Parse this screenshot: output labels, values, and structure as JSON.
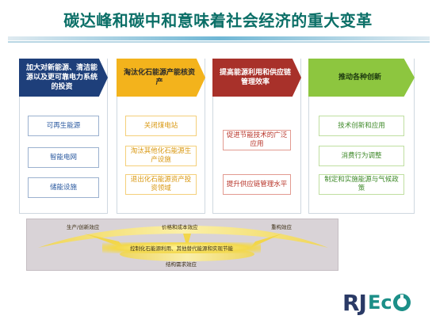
{
  "title": "碳达峰和碳中和意味着社会经济的重大变革",
  "columns": [
    {
      "header": "加大对新能源、清洁能源以及更可靠电力系统的投资",
      "items": [
        "可再生能源",
        "智能电网",
        "储能设施"
      ],
      "color": "#1e3f7a"
    },
    {
      "header": "淘汰化石能源产能核资产",
      "items": [
        "关闭煤电站",
        "淘汰其他化石能源生产设施",
        "退出化石能源资产投资领域"
      ],
      "color": "#f3b31c"
    },
    {
      "header": "提高能源利用和供应链管理效率",
      "items": [
        "促进节能技术的广泛应用",
        "提升供应链管理水平"
      ],
      "color": "#a8312a"
    },
    {
      "header": "推动各种创新",
      "items": [
        "技术创新和应用",
        "消费行为调整",
        "制定和实施能源与气候政策"
      ],
      "color": "#8dc63f"
    }
  ],
  "effects": {
    "production": "生产/创新效应",
    "price": "价格和成本效应",
    "rebound": "重构效应",
    "center": "控制化石能源利用、其他替代能源和实现节能",
    "structure": "结构需求效应"
  },
  "logo": {
    "rj": "RJ",
    "e": "E",
    "c": "c"
  }
}
